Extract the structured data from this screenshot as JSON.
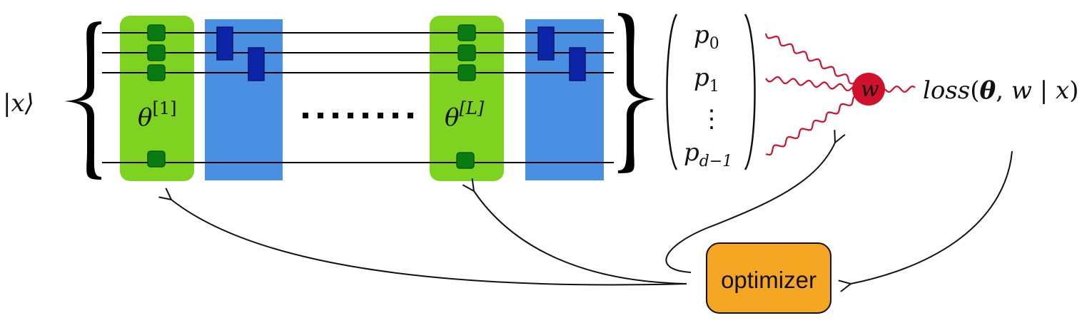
{
  "input_state": {
    "label": "|x⟩"
  },
  "layers": [
    {
      "param_symbol": "θ",
      "param_index": "[1]"
    },
    {
      "param_symbol": "θ",
      "param_index": "[L]"
    }
  ],
  "ellipsis": "........",
  "probabilities": [
    {
      "symbol": "p",
      "index": "0"
    },
    {
      "symbol": "p",
      "index": "1"
    },
    {
      "symbol": "",
      "index": "⋮"
    },
    {
      "symbol": "p",
      "index": "d−1"
    }
  ],
  "weight_node": {
    "label": "w",
    "color": "#d0112b"
  },
  "loss": {
    "name": "loss",
    "open": "(",
    "theta": "θ",
    "comma": ", ",
    "w": "w",
    "bar": " | ",
    "x": "x",
    "close": ")"
  },
  "optimizer": {
    "label": "optimizer",
    "color": "#f5a623"
  },
  "colors": {
    "param_block": "#7ed321",
    "param_gate": "#0a7a12",
    "entangle_block": "#4a90e2",
    "entangle_gate": "#0b24a8",
    "wire": "#000000",
    "wave": "#d0112b"
  }
}
